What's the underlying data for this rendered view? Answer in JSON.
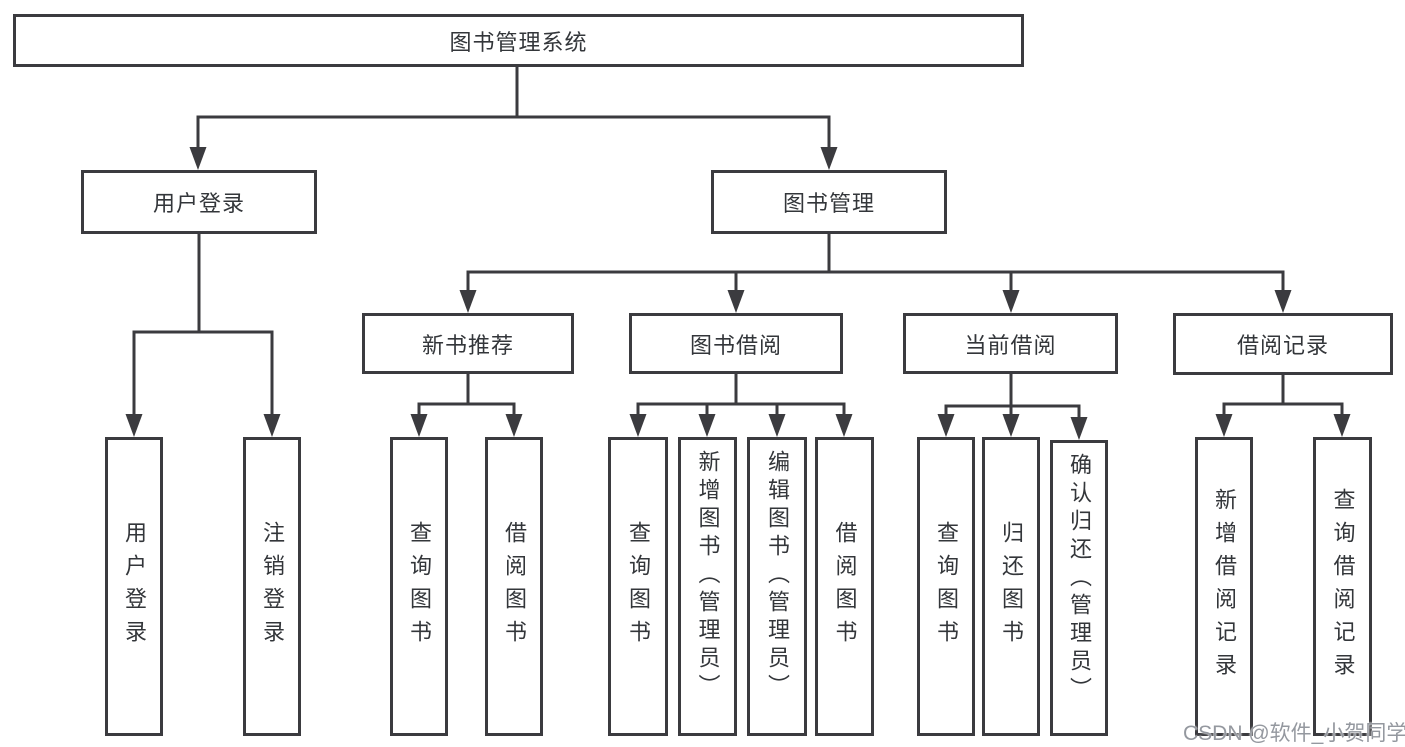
{
  "tree": {
    "label": "图书管理系统",
    "children": [
      {
        "label": "用户登录",
        "children": [
          {
            "label": "用户登录"
          },
          {
            "label": "注销登录"
          }
        ]
      },
      {
        "label": "图书管理",
        "children": [
          {
            "label": "新书推荐",
            "children": [
              {
                "label": "查询图书"
              },
              {
                "label": "借阅图书"
              }
            ]
          },
          {
            "label": "图书借阅",
            "children": [
              {
                "label": "查询图书"
              },
              {
                "label": "新增图书（管理员）"
              },
              {
                "label": "编辑图书（管理员）"
              },
              {
                "label": "借阅图书"
              }
            ]
          },
          {
            "label": "当前借阅",
            "children": [
              {
                "label": "查询图书"
              },
              {
                "label": "归还图书"
              },
              {
                "label": "确认归还（管理员）"
              }
            ]
          },
          {
            "label": "借阅记录",
            "children": [
              {
                "label": "新增借阅记录"
              },
              {
                "label": "查询借阅记录"
              }
            ]
          }
        ]
      }
    ]
  },
  "watermark": {
    "text": "CSDN @软件_小贺同学"
  },
  "colors": {
    "line": "#3b3b3f",
    "text": "#33363a",
    "box_background": "#ffffff",
    "watermark": "#94989f",
    "background": "#ffffff"
  }
}
